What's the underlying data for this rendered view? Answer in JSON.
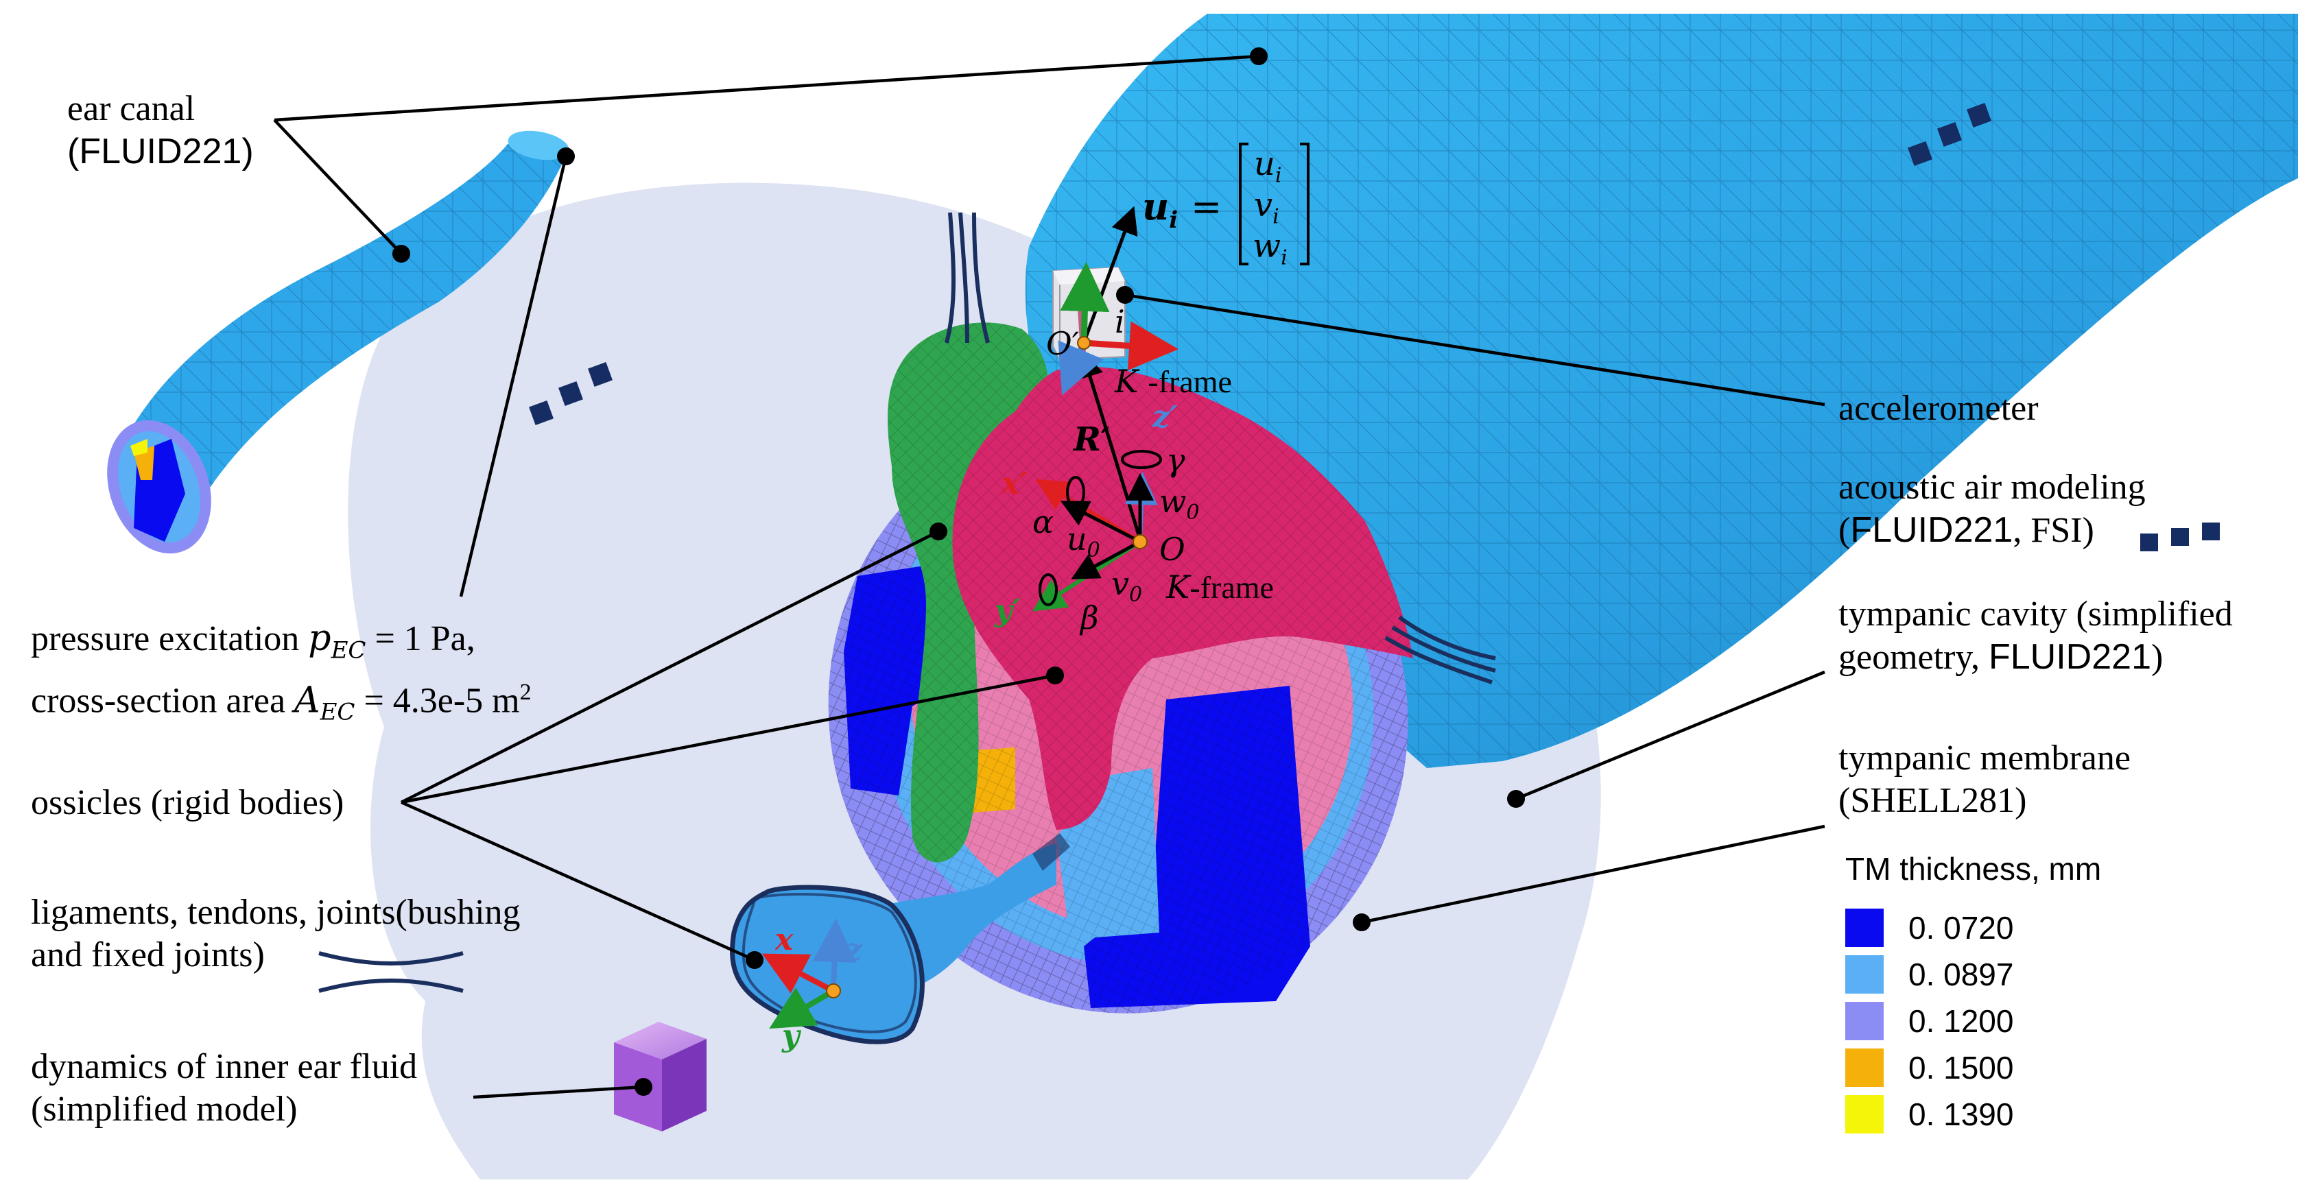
{
  "labels": {
    "ear_canal_line1": "ear canal",
    "ear_canal_line2": "(FLUID221)",
    "pressure_line1_pre": "pressure excitation ",
    "pressure_sym": "p",
    "pressure_sub": "EC",
    "pressure_line1_post": " = 1 Pa,",
    "area_line2_pre": "cross-section area ",
    "area_sym": "A",
    "area_sub": "EC",
    "area_line2_post": " = 4.3e-5 m",
    "area_sup": "2",
    "ossicles": "ossicles (rigid bodies)",
    "ligaments_line1": "ligaments, tendons, joints(bushing",
    "ligaments_line2": "and fixed joints)",
    "inner_ear_line1": "dynamics of inner ear fluid",
    "inner_ear_line2": "(simplified model)",
    "accelerometer": "accelerometer",
    "acoustic_line1": "acoustic air modeling",
    "acoustic_line2_a": "FLUID221",
    "acoustic_line2_b": ", FSI)",
    "acoustic_line2_open": "(",
    "cavity_line1": "tympanic cavity (simplified",
    "cavity_line2_a": "geometry, ",
    "cavity_line2_b": "FLUID221",
    "cavity_line2_c": ")",
    "membrane_line1": "tympanic membrane",
    "membrane_line2": "(SHELL281)"
  },
  "math": {
    "u_i": "u",
    "u_i_sub": "i",
    "equals": "=",
    "vec_u": "u",
    "vec_v": "v",
    "vec_w": "w",
    "vec_sub": "i",
    "O_prime": "O′",
    "i_label": "i",
    "K_prime_frame_K": "K",
    "K_prime_frame_rest": "-frame",
    "R_prime": "R′",
    "z_prime": "z′",
    "x_prime": "x′",
    "y_prime": "y′",
    "gamma": "γ",
    "alpha": "α",
    "beta": "β",
    "w0": "w",
    "u0": "u",
    "v0": "v",
    "sub0": "0",
    "O": "O",
    "K_frame_K": "K",
    "K_frame_rest": "-frame",
    "x": "x",
    "y": "y",
    "z": "z"
  },
  "legend": {
    "title": "TM thickness, mm",
    "items": [
      {
        "value": "0. 0720",
        "color": "#0a0af0"
      },
      {
        "value": "0. 0897",
        "color": "#5aaff5"
      },
      {
        "value": "0. 1200",
        "color": "#8c8cf5"
      },
      {
        "value": "0. 1500",
        "color": "#f5b10a"
      },
      {
        "value": "0. 1390",
        "color": "#f5f50a"
      }
    ]
  },
  "colors": {
    "ear_canal": "#2ea6ea",
    "cavity": "#c9d2eb",
    "malleus": "#d8266c",
    "incus": "#2fa54f",
    "stapes": "#3d9ee8",
    "ligament": "#1a2f5e",
    "ellipsis": "#152d63",
    "inner_ear": "#9b4fd3"
  }
}
